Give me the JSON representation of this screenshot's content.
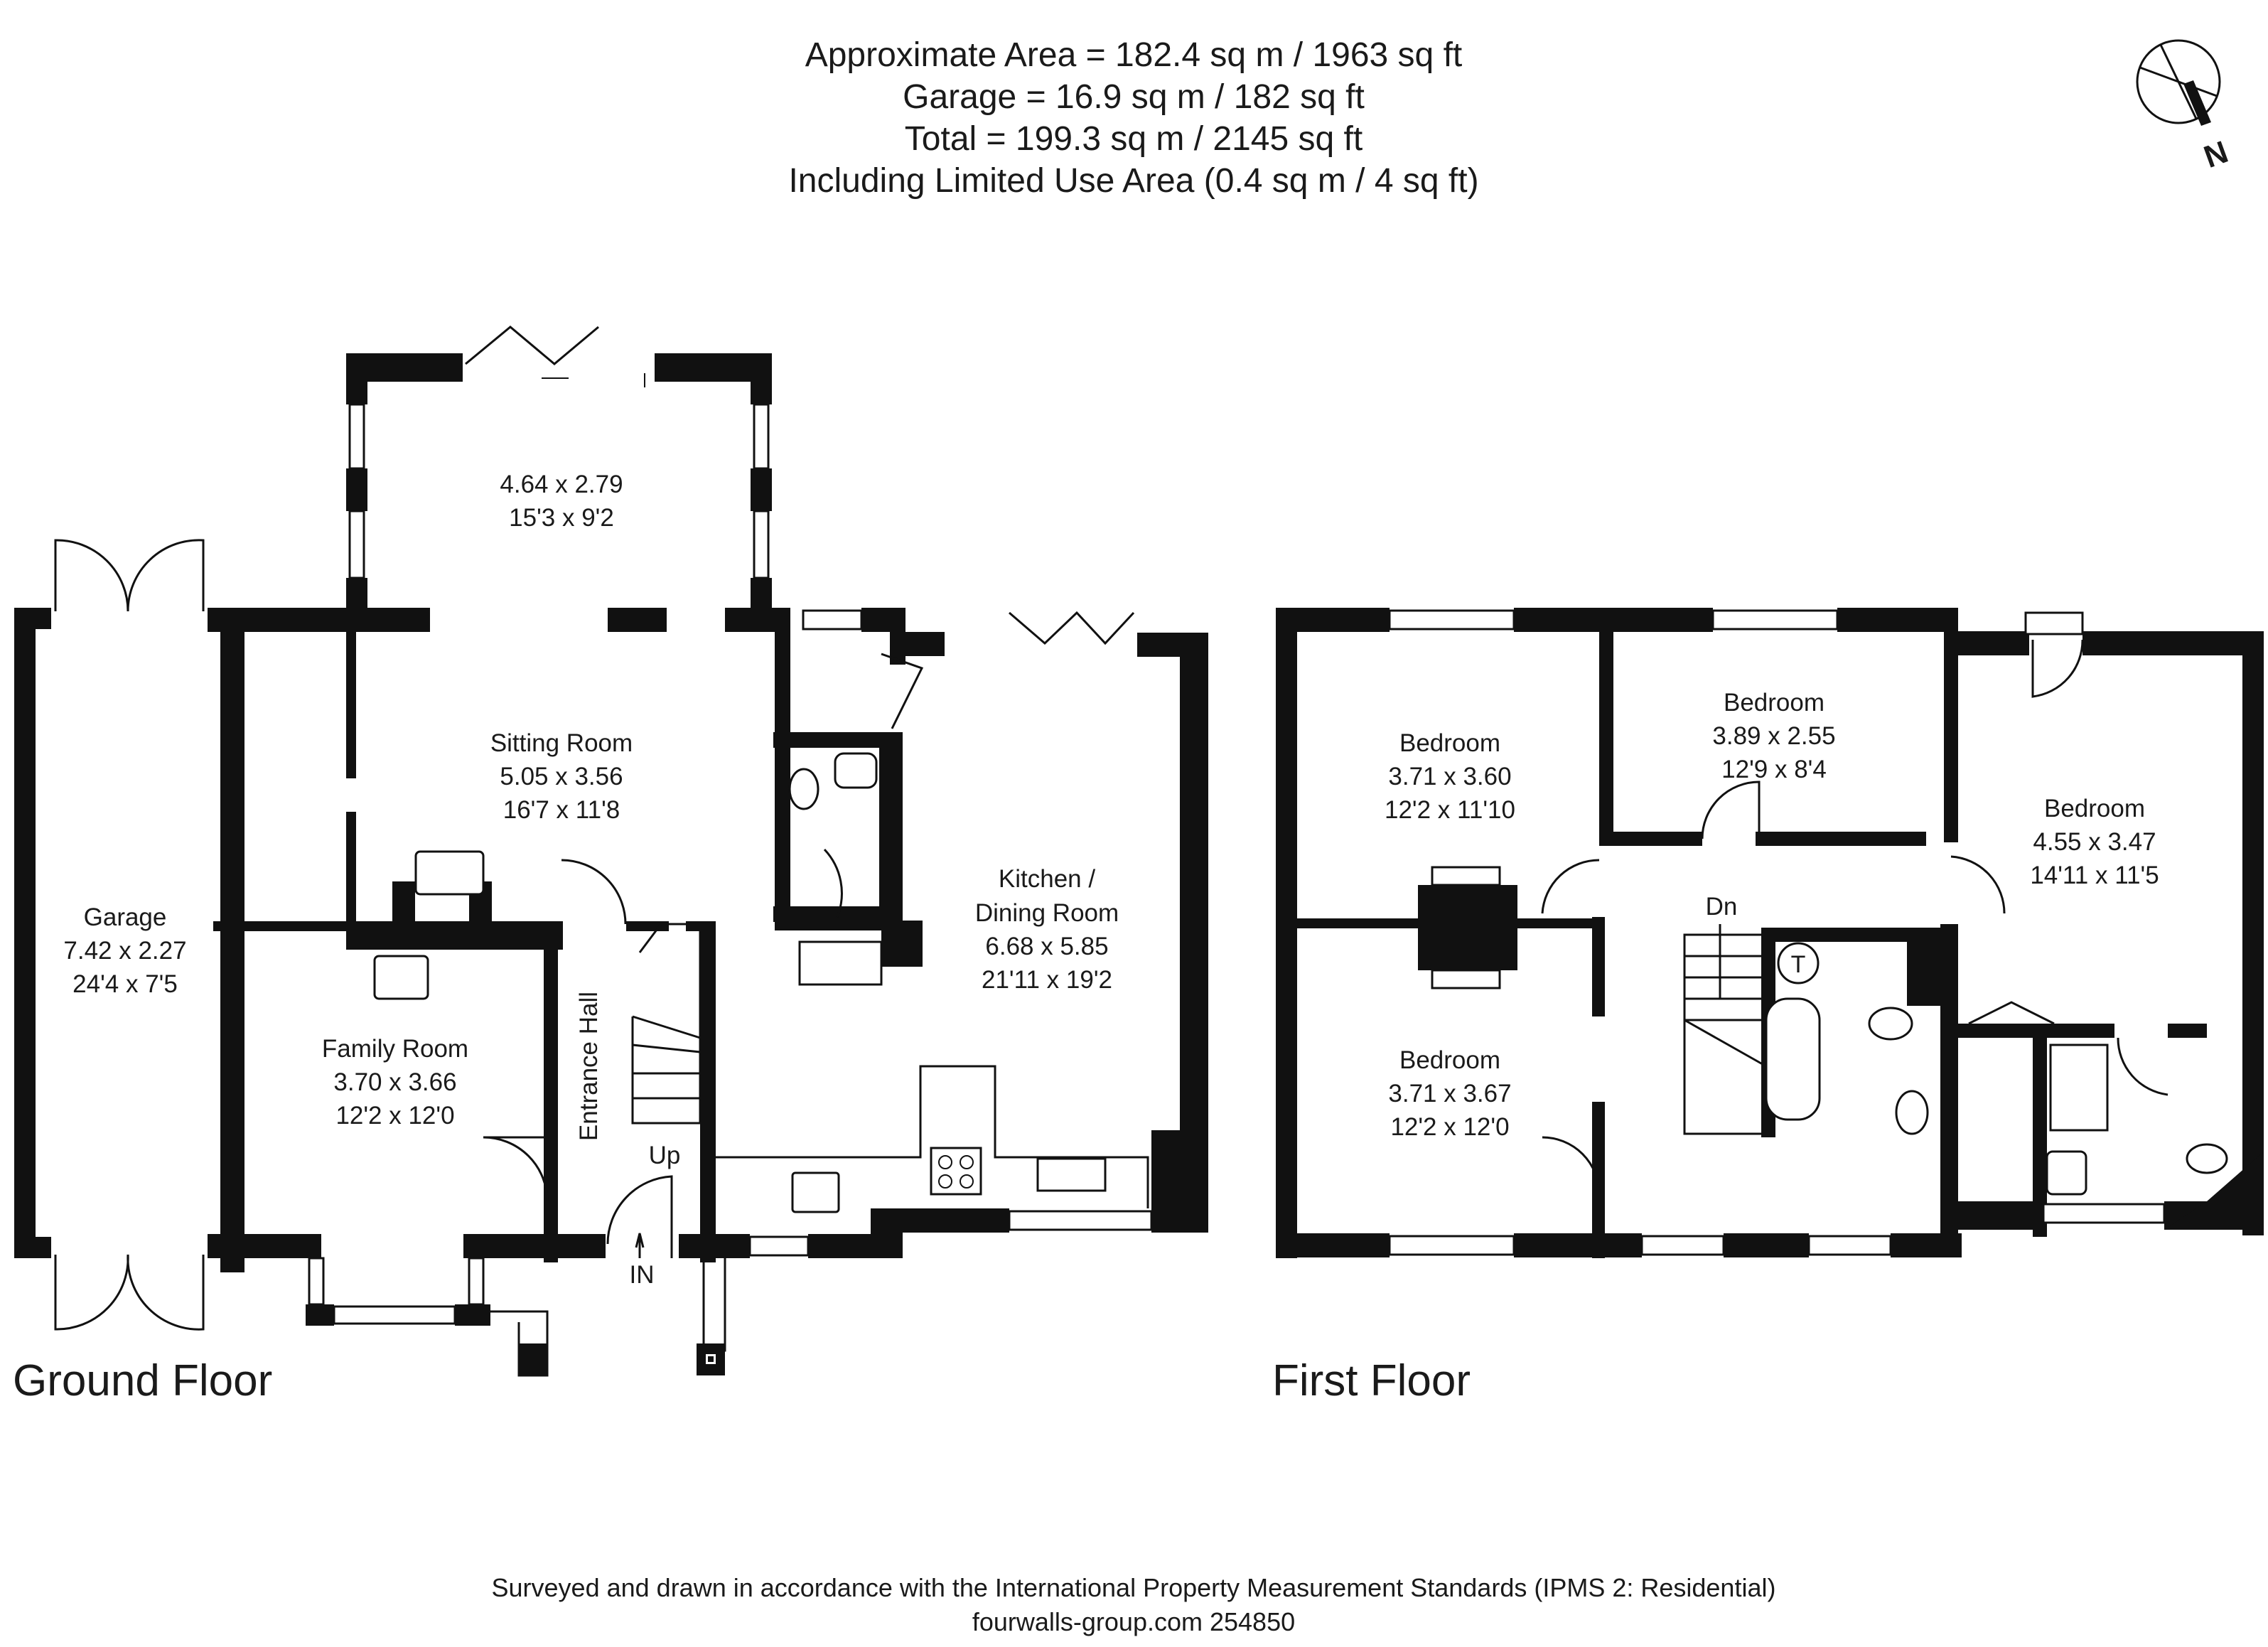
{
  "header": {
    "line1": "Approximate  Area = 182.4 sq m / 1963 sq ft",
    "line2": "Garage = 16.9 sq m / 182 sq ft",
    "line3": "Total = 199.3 sq m / 2145 sq ft",
    "line4": "Including Limited Use Area (0.4 sq m / 4 sq ft)"
  },
  "compass": {
    "label": "N",
    "icon": "north-arrow-icon"
  },
  "ground_floor": {
    "title": "Ground Floor",
    "rooms": {
      "conservatory": {
        "metric": "4.64 x 2.79",
        "imperial": "15'3 x 9'2"
      },
      "sitting_room": {
        "name": "Sitting Room",
        "metric": "5.05 x 3.56",
        "imperial": "16'7 x 11'8"
      },
      "garage": {
        "name": "Garage",
        "metric": "7.42 x 2.27",
        "imperial": "24'4 x 7'5"
      },
      "family_room": {
        "name": "Family Room",
        "metric": "3.70 x 3.66",
        "imperial": "12'2 x 12'0"
      },
      "entrance_hall": {
        "name": "Entrance Hall"
      },
      "kitchen": {
        "name_line1": "Kitchen /",
        "name_line2": "Dining Room",
        "metric": "6.68 x 5.85",
        "imperial": "21'11 x 19'2"
      }
    },
    "stairs_label": "Up",
    "entry_label": "IN"
  },
  "first_floor": {
    "title": "First Floor",
    "rooms": {
      "bedroom_1": {
        "name": "Bedroom",
        "metric": "3.71 x 3.60",
        "imperial": "12'2 x 11'10"
      },
      "bedroom_2": {
        "name": "Bedroom",
        "metric": "3.89 x 2.55",
        "imperial": "12'9 x 8'4"
      },
      "bedroom_3": {
        "name": "Bedroom",
        "metric": "4.55 x 3.47",
        "imperial": "14'11 x 11'5"
      },
      "bedroom_4": {
        "name": "Bedroom",
        "metric": "3.71 x 3.67",
        "imperial": "12'2 x 12'0"
      }
    },
    "stairs_label": "Dn",
    "tank_label": "T"
  },
  "footer": {
    "line1": "Surveyed and drawn in accordance with the International Property Measurement Standards (IPMS 2: Residential)",
    "line2": "fourwalls-group.com 254850"
  }
}
